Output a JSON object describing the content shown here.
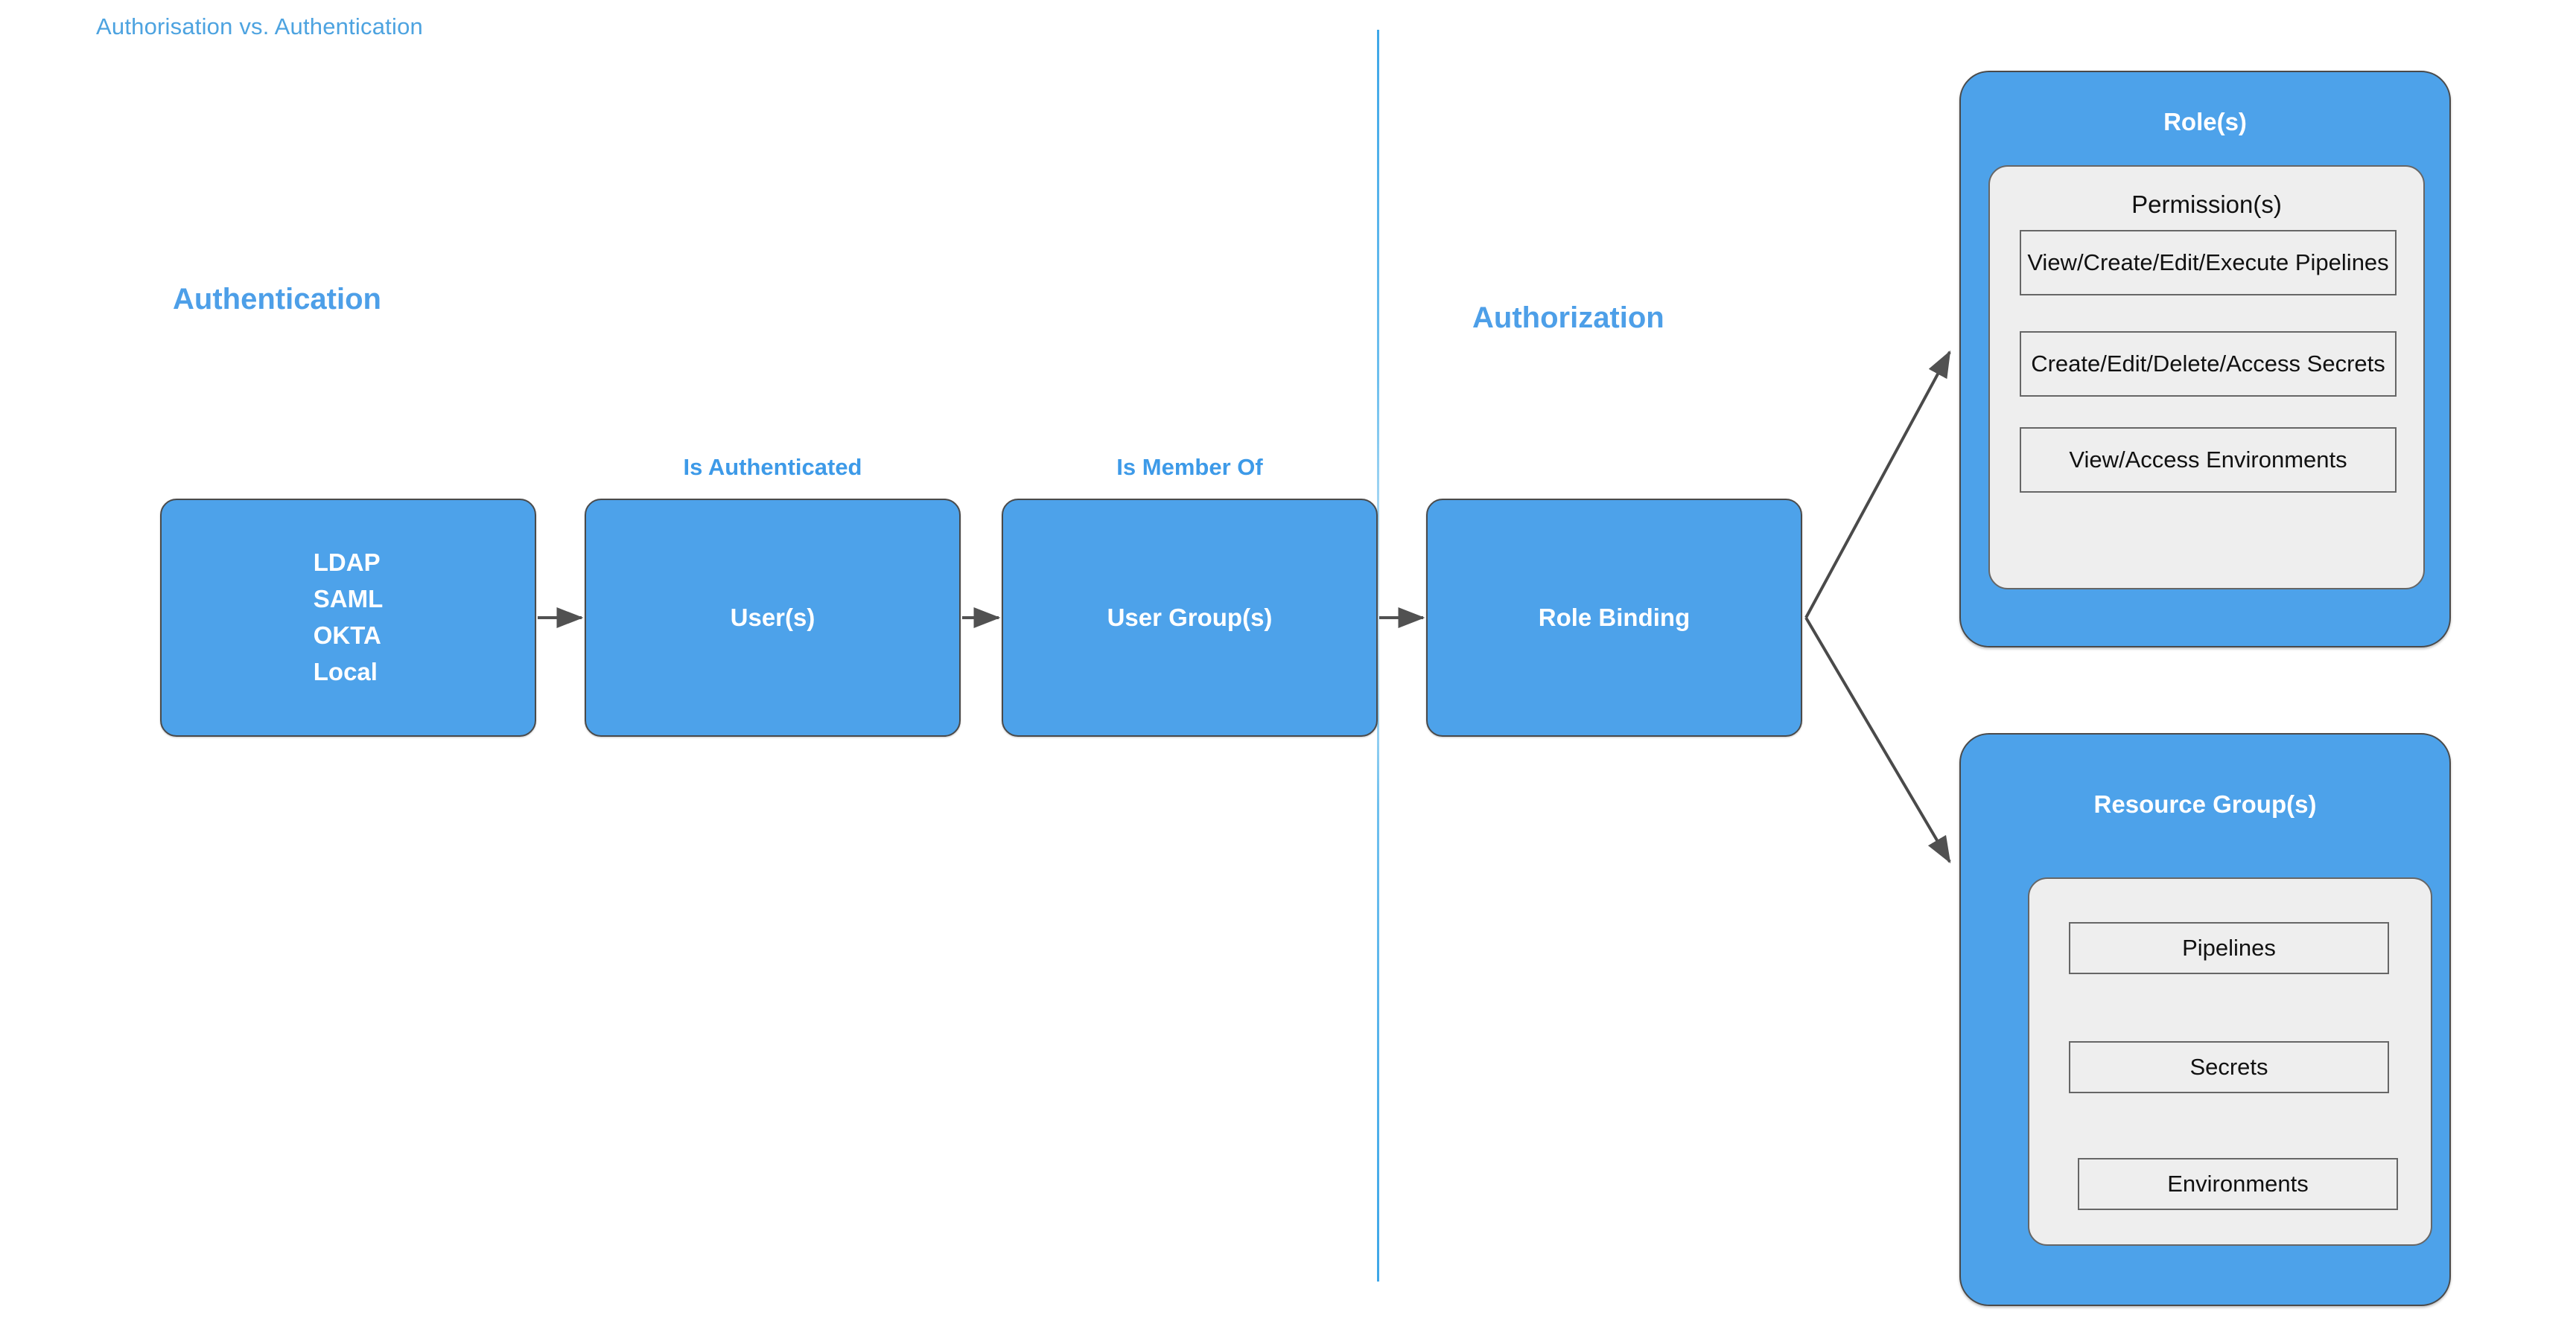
{
  "diagram": {
    "title": "Authorisation vs. Authentication",
    "title_color": "#4da3e0",
    "accent_blue": "#4da2ea",
    "panel_gray": "#eeeeee",
    "border_gray": "#4a4a4a"
  },
  "sections": {
    "left_heading": "Authentication",
    "right_heading": "Authorization"
  },
  "flow": {
    "providers_box": {
      "lines": [
        "LDAP",
        "SAML",
        "OKTA",
        "Local"
      ]
    },
    "users_box": {
      "label": "User(s)",
      "edge_label": "Is Authenticated"
    },
    "user_groups_box": {
      "label": "User Group(s)",
      "edge_label": "Is Member Of"
    },
    "role_binding_box": {
      "label": "Role Binding"
    }
  },
  "roles_panel": {
    "title": "Role(s)",
    "inner_title": "Permission(s)",
    "permissions": [
      "View/Create/Edit/Execute Pipelines",
      "Create/Edit/Delete/Access Secrets",
      "View/Access Environments"
    ]
  },
  "resource_groups_panel": {
    "title": "Resource Group(s)",
    "resources": [
      "Pipelines",
      "Secrets",
      "Environments"
    ]
  }
}
